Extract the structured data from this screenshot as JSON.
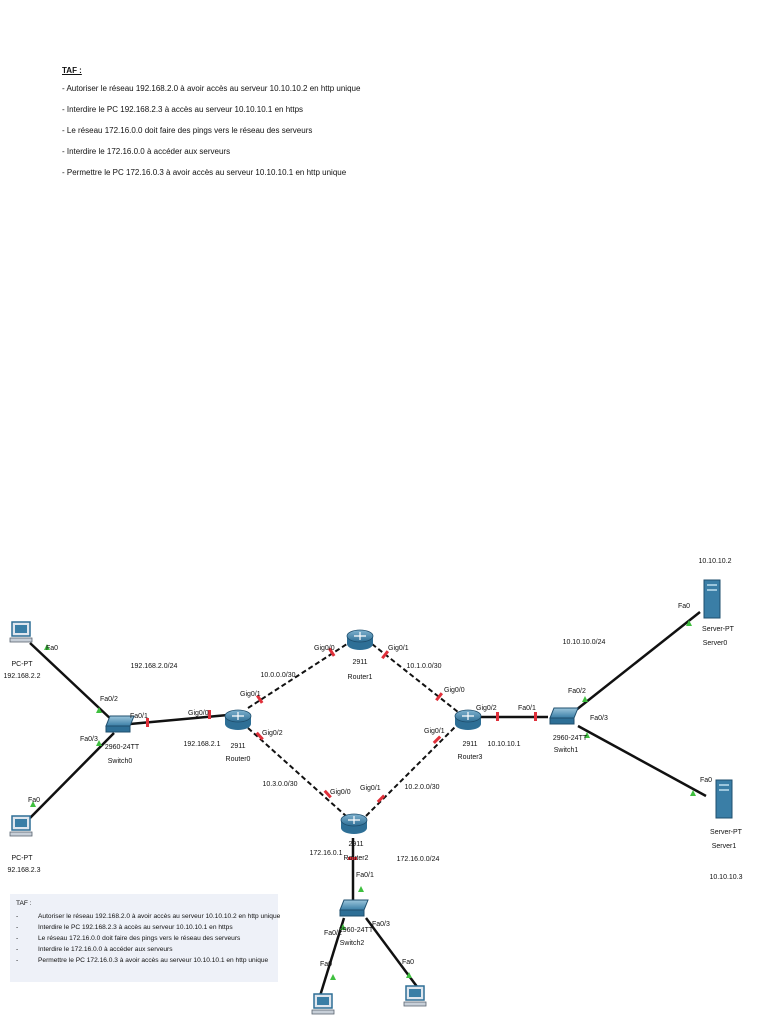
{
  "taf": {
    "title": "TAF :",
    "lines": [
      "- Autoriser le réseau 192.168.2.0 à avoir accès au serveur 10.10.10.2 en http unique",
      "- Interdire le PC 192.168.2.3 à accès au serveur 10.10.10.1 en https",
      "- Le réseau 172.16.0.0 doit faire des pings vers le réseau des serveurs",
      "- Interdire le 172.16.0.0 à accéder aux serveurs",
      "- Permettre le PC 172.16.0.3 à avoir accès au serveur 10.10.10.1 en http unique"
    ]
  },
  "note": {
    "title": "TAF :",
    "lines": [
      "Autoriser le réseau 192.168.2.0 à avoir accès au serveur 10.10.10.2 en http unique",
      "Interdire le PC 192.168.2.3 à accès au serveur 10.10.10.1 en https",
      "Le réseau 172.16.0.0 doit faire des pings vers le réseau des serveurs",
      "Interdire le 172.16.0.0 à accéder aux serveurs",
      "Permettre le PC 172.16.0.3 à avoir accès au serveur 10.10.10.1 en http unique"
    ]
  },
  "devices": {
    "pc0": {
      "type": "PC-PT",
      "ip": "192.168.2.2"
    },
    "pc1": {
      "type": "PC-PT",
      "ip": "92.168.2.3"
    },
    "switch0": {
      "model": "2960-24TT",
      "name": "Switch0"
    },
    "switch1": {
      "model": "2960-24TT",
      "name": "Switch1"
    },
    "switch2": {
      "model": "2960-24TT",
      "name": "Switch2"
    },
    "router0": {
      "model": "2911",
      "name": "Router0",
      "ip": "192.168.2.1"
    },
    "router1": {
      "model": "2911",
      "name": "Router1"
    },
    "router2": {
      "model": "2911",
      "name": "Router2",
      "ip": "172.16.0.1"
    },
    "router3": {
      "model": "2911",
      "name": "Router3",
      "ip": "10.10.10.1"
    },
    "server0": {
      "type": "Server-PT",
      "name": "Server0",
      "ip": "10.10.10.2"
    },
    "server1": {
      "type": "Server-PT",
      "name": "Server1",
      "ip": "10.10.10.3"
    }
  },
  "networks": {
    "lan_left": "192.168.2.0/24",
    "r0_r1": "10.0.0.0/30",
    "r1_r3": "10.1.0.0/30",
    "r0_r2": "10.3.0.0/30",
    "r2_r3": "10.2.0.0/30",
    "lan_bottom": "172.16.0.0/24",
    "lan_right": "10.10.10.0/24"
  },
  "ports": {
    "fa0": "Fa0",
    "fa0_1": "Fa0/1",
    "fa0_2": "Fa0/2",
    "fa0_3": "Fa0/3",
    "gig0_0": "Gig0/0",
    "gig0_1": "Gig0/1",
    "gig0_2": "Gig0/2"
  },
  "colors": {
    "link": "#111111",
    "up_marker": "#3fbf3f",
    "down_marker": "#e0303a",
    "device_blue": "#2e6f96",
    "note_bg": "#eef1f8"
  }
}
